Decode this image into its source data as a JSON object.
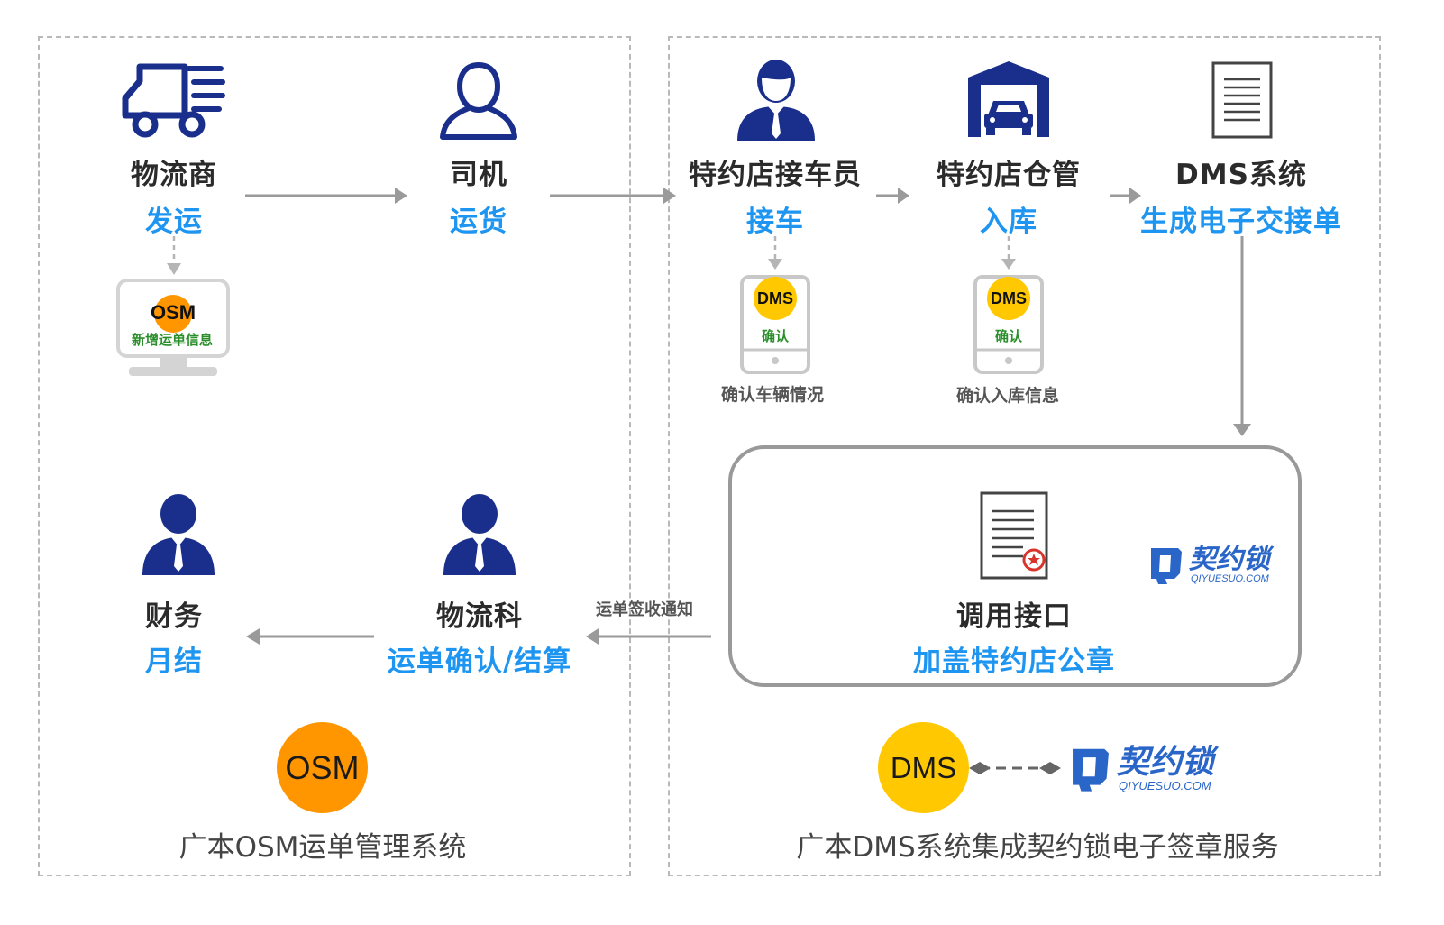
{
  "left_panel": {
    "logistics": {
      "title": "物流商",
      "action": "发运"
    },
    "driver": {
      "title": "司机",
      "action": "运货"
    },
    "osm_monitor": {
      "badge": "OSM",
      "label": "新增运单信息"
    },
    "finance": {
      "title": "财务",
      "action": "月结"
    },
    "logistics_dept": {
      "title": "物流科",
      "action": "运单确认/结算"
    },
    "system_badge": "OSM",
    "footer": "广本OSM运单管理系统"
  },
  "right_panel": {
    "receptionist": {
      "title": "特约店接车员",
      "action": "接车"
    },
    "warehouse": {
      "title": "特约店仓管",
      "action": "入库"
    },
    "dms_system": {
      "title": "DMS系统",
      "action": "生成电子交接单"
    },
    "phone_receive": {
      "badge": "DMS",
      "label": "确认",
      "caption": "确认车辆情况"
    },
    "phone_stock": {
      "badge": "DMS",
      "label": "确认",
      "caption": "确认入库信息"
    },
    "interface_box": {
      "title": "调用接口",
      "action": "加盖特约店公章"
    },
    "brand": {
      "name": "契约锁",
      "url": "QIYUESUO.COM"
    },
    "system_badge": "DMS",
    "footer": "广本DMS系统集成契约锁电子签章服务"
  },
  "notify_label": "运单签收通知",
  "colors": {
    "action_blue": "#1e95f0",
    "icon_navy": "#1a2e8c",
    "osm_orange": "#ff9600",
    "dms_yellow": "#ffc800",
    "brand_blue": "#2a66c8"
  }
}
